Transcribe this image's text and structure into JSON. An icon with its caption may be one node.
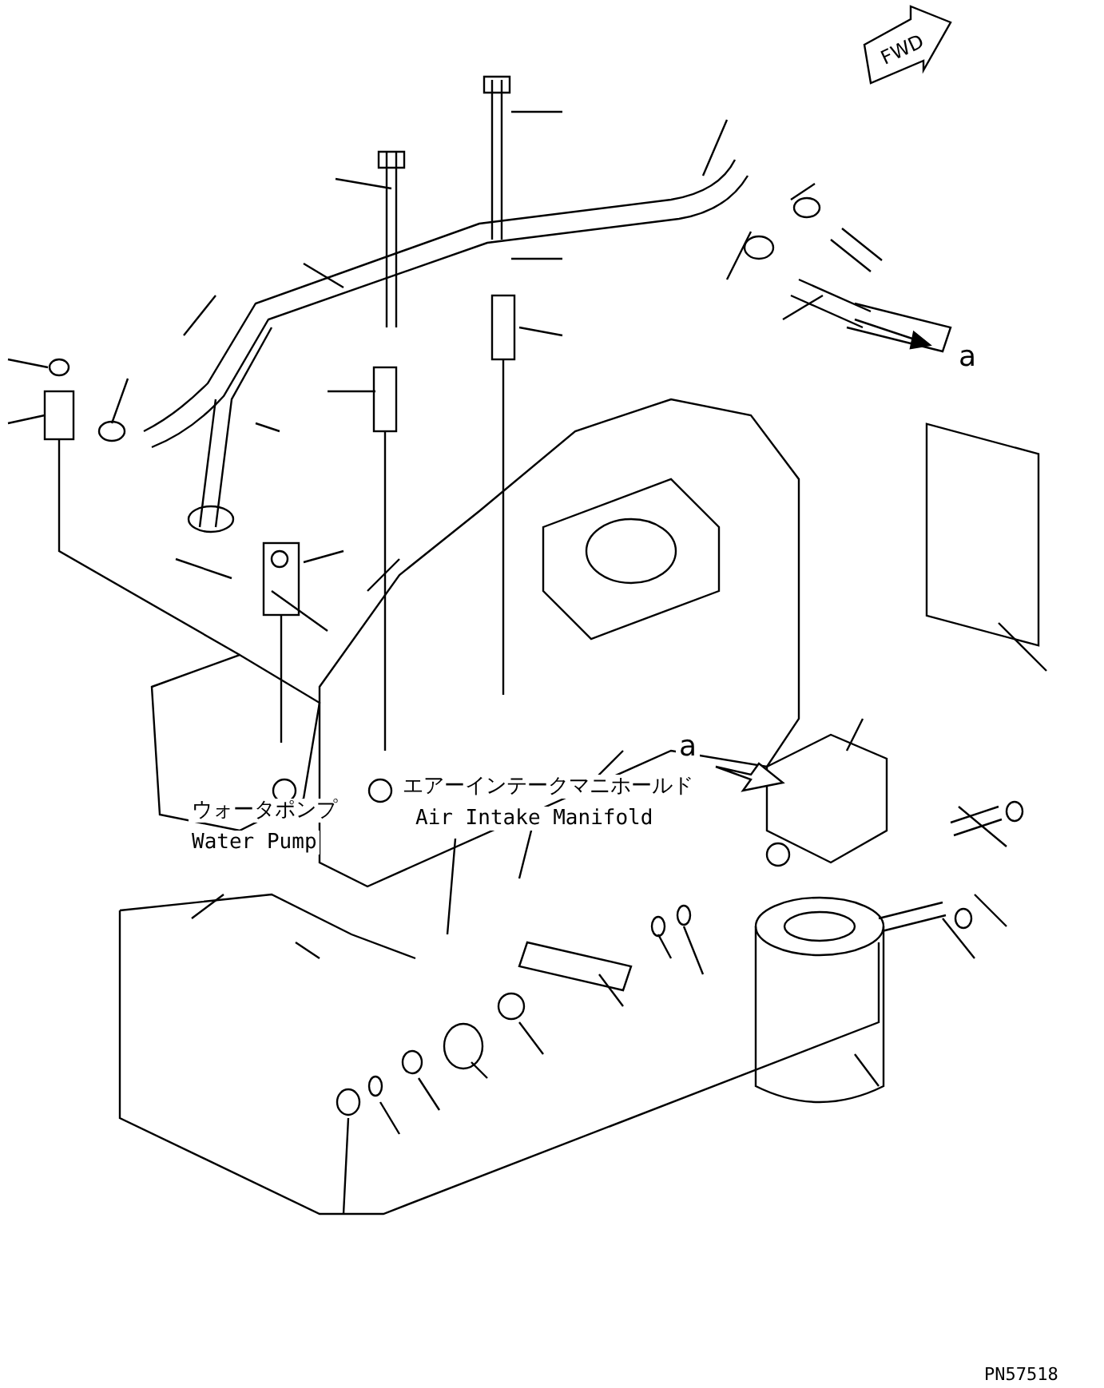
{
  "diagram": {
    "labels": [
      "FWD",
      "a",
      "a",
      "ウォータポンプ",
      "Water Pump",
      "エアーインテークマニホールド",
      "Air Intake Manifold",
      "PN57518"
    ]
  }
}
